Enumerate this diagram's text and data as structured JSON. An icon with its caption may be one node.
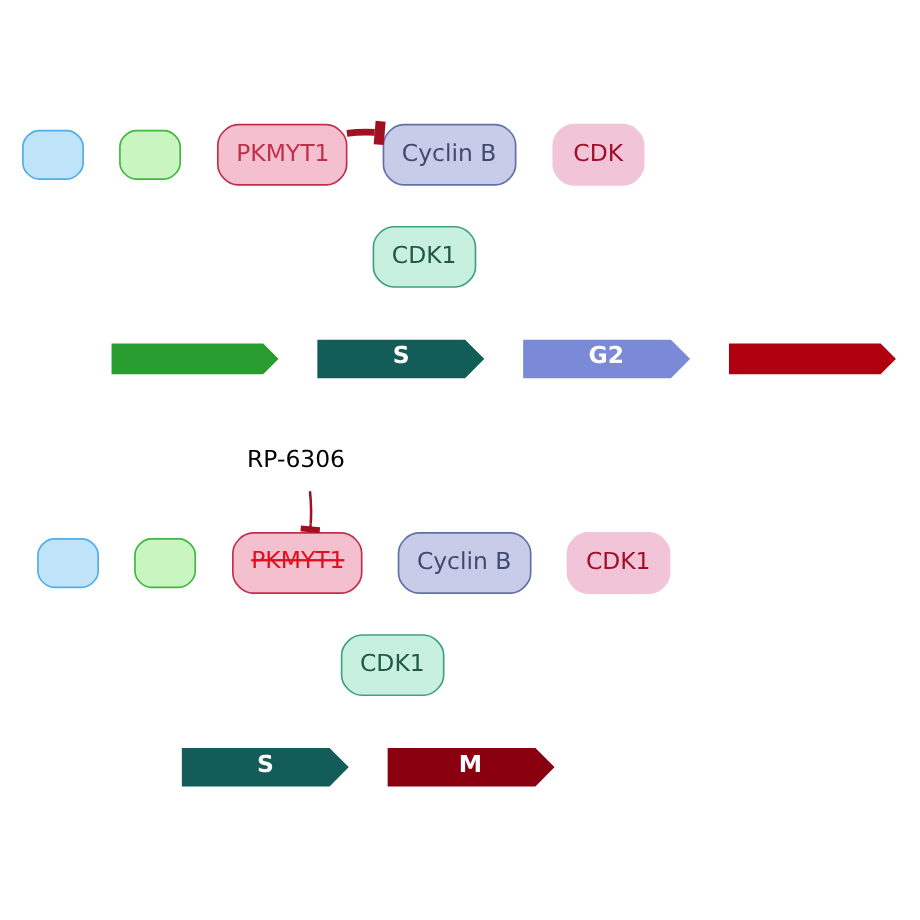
{
  "diagram": {
    "nodes": [
      {
        "text": [],
        "shape": "box"
      },
      {
        "text": [],
        "shape": "box"
      },
      {
        "text": [
          "PKMYT1"
        ]
      },
      {
        "text": [
          "Cyclin B"
        ]
      },
      {
        "text": [
          "CDK1"
        ]
      },
      {
        "text": [
          "CDK"
        ]
      },
      {
        "text": [],
        "shape": "chevron"
      },
      {
        "text": [
          "S"
        ]
      },
      {
        "text": [
          "G2"
        ]
      },
      {
        "text": [],
        "shape": "chevron"
      },
      {
        "text": [],
        "shape": "box"
      },
      {
        "text": [],
        "shape": "box"
      },
      {
        "text": [
          "RP-6306"
        ]
      },
      {
        "text": [
          "PKMYT1"
        ]
      },
      {
        "text": [
          "Cyclin B"
        ]
      },
      {
        "text": [
          "CDK1"
        ]
      },
      {
        "text": [
          "CDK1"
        ]
      },
      {
        "text": [
          "S"
        ]
      },
      {
        "text": [
          "M"
        ]
      }
    ],
    "edges": [
      {
        "from": 2,
        "to": 3,
        "arrow": "other",
        "style": "thick"
      },
      {
        "from": 12,
        "to": 13,
        "arrow": "other"
      }
    ]
  }
}
